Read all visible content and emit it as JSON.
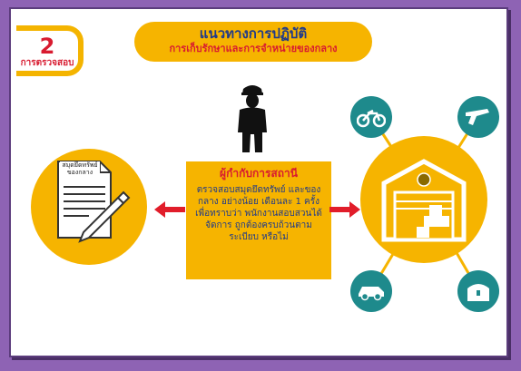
{
  "step": {
    "number": "2",
    "label": "การตรวจสอบ"
  },
  "header": {
    "title": "แนวทางการปฏิบัติ",
    "subtitle": "การเก็บรักษาและการจำหน่ายของกลาง"
  },
  "document": {
    "label": "สมุดยึดทรัพย์ ของกลาง"
  },
  "procedure": {
    "title": "ผู้กำกับการสถานี",
    "body": "ตรวจสอบสมุดยึดทรัพย์ และของกลาง อย่างน้อย เดือนละ 1 ครั้ง เพื่อทราบว่า พนักงานสอบสวนได้จัดการ ถูกต้องครบถ้วนตามระเบียบ หรือไม่"
  },
  "colors": {
    "frame": "#8e63b4",
    "accent_yellow": "#f6b400",
    "teal": "#1e8a8c",
    "red": "#d81b30",
    "navy": "#1f3a8a"
  },
  "icons": [
    "police-officer-icon",
    "document-pen-icon",
    "motorcycle-icon",
    "gun-icon",
    "car-icon",
    "treasure-chest-icon",
    "warehouse-icon"
  ]
}
